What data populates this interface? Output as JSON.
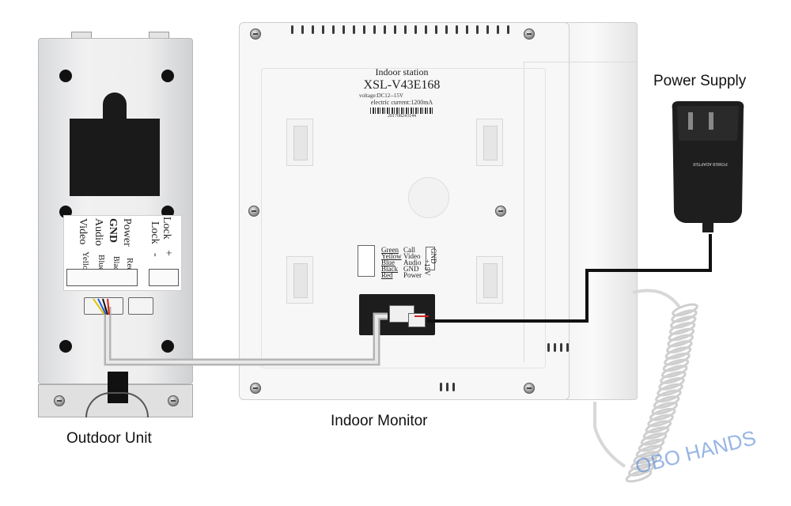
{
  "captions": {
    "outdoor_unit": "Outdoor Unit",
    "indoor_monitor": "Indoor Monitor",
    "power_supply": "Power Supply"
  },
  "monitor_label": {
    "line1": "Indoor station",
    "model": "XSL-V43E168",
    "voltage": "voltage:DC12--15V",
    "current": "electric current:1200mA",
    "serial": "20170824314​4"
  },
  "outdoor_terminals": {
    "lock_top": "Lock",
    "lock_bottom": "Lock",
    "plus": "+",
    "minus": "-",
    "power": "Power",
    "power_wire": "Red",
    "gnd": "GND",
    "gnd_wire": "Black",
    "audio": "Audio",
    "audio_wire": "Blue",
    "video": "Video",
    "video_wire": "Yellow"
  },
  "monitor_terminals": [
    {
      "wire": "Green",
      "signal": "Call"
    },
    {
      "wire": "Yellow",
      "signal": "Video"
    },
    {
      "wire": "Blue",
      "signal": "Audio"
    },
    {
      "wire": "Black",
      "signal": "GND"
    },
    {
      "wire": "Red",
      "signal": "Power"
    }
  ],
  "monitor_side_terminals": {
    "gnd": "GND",
    "plus": "+15V"
  },
  "adapter_text": {
    "brand": "POWER ADAPTER"
  },
  "watermark": "OBO HANDS"
}
